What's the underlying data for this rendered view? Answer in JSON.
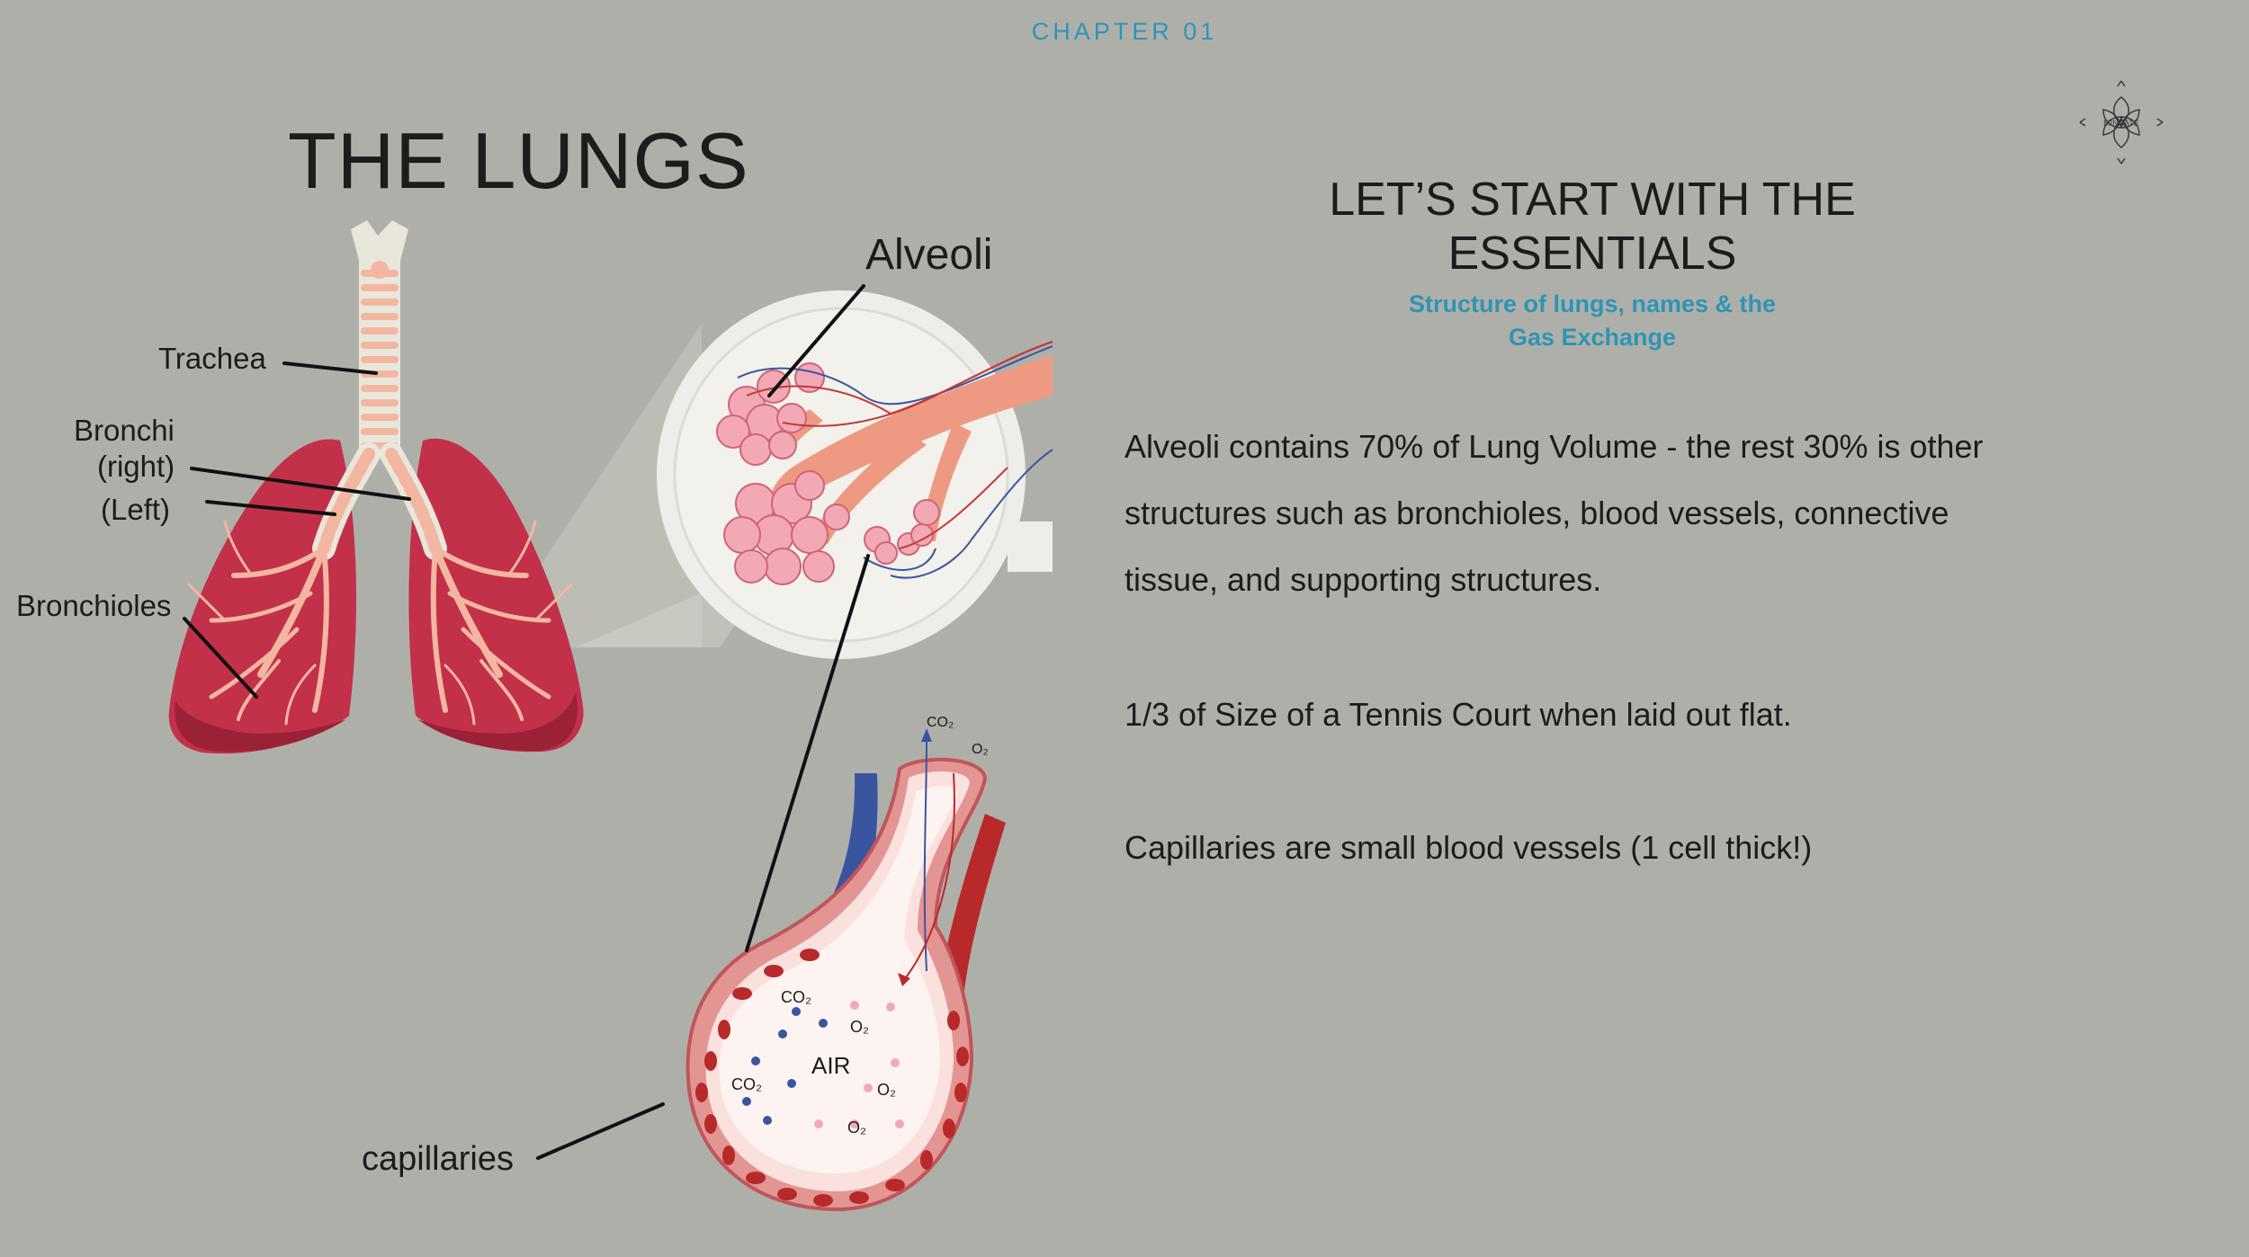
{
  "header": {
    "chapter": "CHAPTER 01"
  },
  "logo": {
    "text": "MINDATE"
  },
  "left": {
    "title": "THE LUNGS",
    "labels": {
      "trachea": "Trachea",
      "bronchi": "Bronchi",
      "right": "(right)",
      "left": "(Left)",
      "bronchioles": "Bronchioles",
      "alveoli": "Alveoli",
      "capillaries": "capillaries"
    },
    "alveolus_labels": {
      "co2_top": "CO₂",
      "o2_top": "O₂",
      "co2_a": "CO₂",
      "o2_a": "O₂",
      "air": "AIR",
      "co2_b": "CO₂",
      "o2_b": "O₂",
      "o2_c": "O₂"
    }
  },
  "right": {
    "heading_line1": "LET’S START WITH THE",
    "heading_line2": "ESSENTIALS",
    "sub_line1": "Structure of lungs, names & the",
    "sub_line2": "Gas Exchange",
    "p1_line1": "Alveoli contains 70% of Lung Volume - the rest 30% is other",
    "p1_line2": "structures such as bronchioles, blood vessels, connective",
    "p1_line3": "tissue, and supporting structures.",
    "p2": "1/3 of Size of a Tennis Court when laid out flat.",
    "p3": "Capillaries are small blood vessels (1 cell thick!)"
  },
  "colors": {
    "background": "#afafaa",
    "accent": "#2d95b5",
    "text": "#1e1b1b",
    "lung": "#c33049",
    "lung_dark": "#a0243a",
    "airway": "#f3b7a1",
    "vein": "#3a55a0",
    "artery": "#b82a2a"
  }
}
